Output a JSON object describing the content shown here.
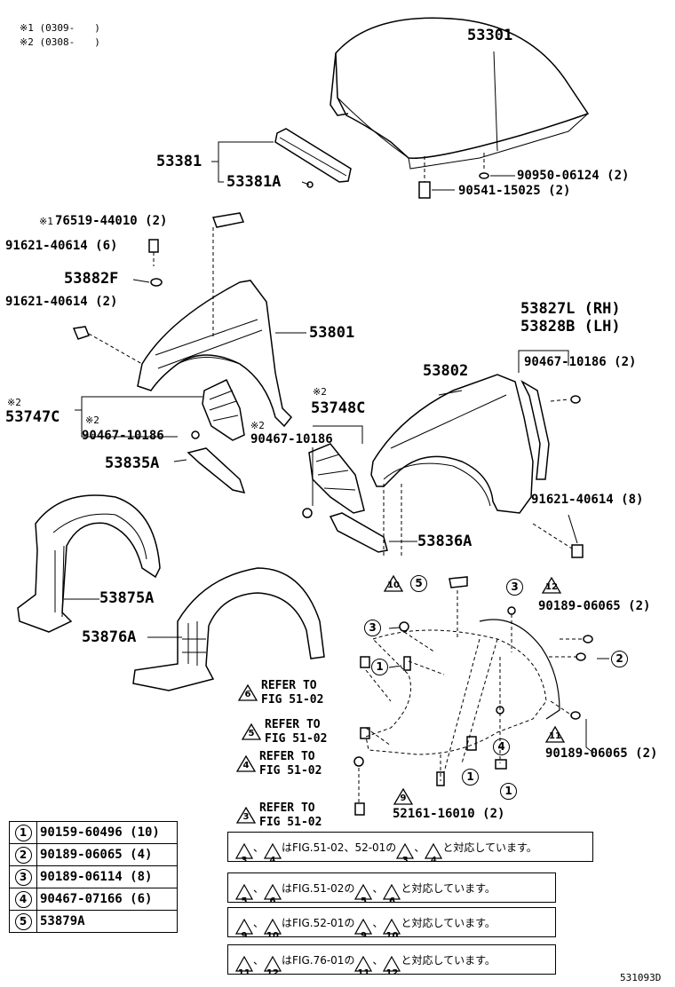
{
  "header_notes": [
    "※1 (0309-　　)",
    "※2 (0308-　　)"
  ],
  "parts": {
    "hood": "53301",
    "hood_support": "53381",
    "hood_support_a": "53381A",
    "hood_stop_a": "90950-06124 (2)",
    "hood_stop_b": "90541-15025 (2)",
    "bracket": "76519-44010 (2)",
    "bracket_note": "※1",
    "bolt_6": "91621-40614 (6)",
    "clip_f": "53882F",
    "bolt_2": "91621-40614 (2)",
    "fender_rh": "53801",
    "fender_lh": "53802",
    "seal_rh": "53827L (RH)",
    "seal_lh": "53828B (LH)",
    "clip_2": "90467-10186 (2)",
    "shield_c_note": "※2",
    "shield_c": "53747C",
    "clip_note_a": "※2",
    "clip_a": "90467-10186",
    "shield_c2_note": "※2",
    "shield_c2": "53748C",
    "clip_note_b": "※2",
    "clip_b": "90467-10186",
    "seal_a": "53835A",
    "bolt_8": "91621-40614 (8)",
    "seal_b": "53836A",
    "liner_a": "53875A",
    "liner_b": "53876A",
    "screw_12": "90189-06065 (2)",
    "screw_11": "90189-06065 (2)",
    "rivet": "52161-16010 (2)",
    "refer": "REFER TO",
    "refer_fig": "FIG 51-02",
    "diagram_id": "531093D"
  },
  "tri_marks": [
    "10",
    "12",
    "6",
    "5",
    "4",
    "3",
    "9",
    "11"
  ],
  "circle_marks": [
    "1",
    "2",
    "3",
    "4",
    "5"
  ],
  "legend": [
    {
      "num": "1",
      "part": "90159-60496 (10)"
    },
    {
      "num": "2",
      "part": "90189-06065 (4)"
    },
    {
      "num": "3",
      "part": "90189-06114 (8)"
    },
    {
      "num": "4",
      "part": "90467-07166 (6)"
    },
    {
      "num": "5",
      "part": "53879A"
    }
  ],
  "notes": [
    {
      "a": "3",
      "b": "4",
      "text1": "はFIG.51-02、52-01の",
      "c": "3",
      "d": "4",
      "text2": "と対応しています。"
    },
    {
      "a": "5",
      "b": "6",
      "text1": "はFIG.51-02の",
      "c": "5",
      "d": "6",
      "text2": "と対応しています。"
    },
    {
      "a": "9",
      "b": "10",
      "text1": "はFIG.52-01の",
      "c": "9",
      "d": "10",
      "text2": "と対応しています。"
    },
    {
      "a": "11",
      "b": "12",
      "text1": "はFIG.76-01の",
      "c": "11",
      "d": "12",
      "text2": "と対応しています。"
    }
  ]
}
